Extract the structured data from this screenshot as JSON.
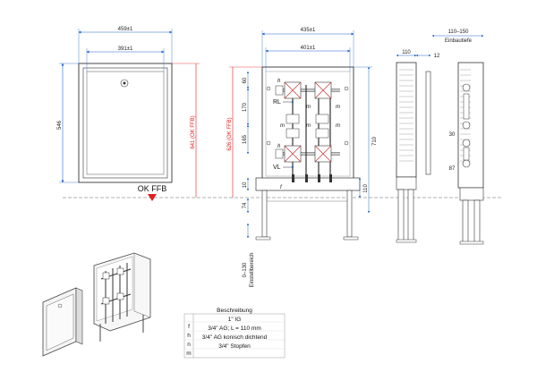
{
  "dimensions": {
    "front_outer_width": "459±1",
    "front_inner_width": "391±1",
    "front_height": "546",
    "front_floor_height": "641 (OK FFB)",
    "front_label": "OK FFB",
    "mid_outer_width": "435±1",
    "mid_inner_width": "401±1",
    "mid_60": "60",
    "mid_170": "170",
    "mid_165": "165",
    "mid_626": "626 (OK FFB)",
    "mid_10": "10",
    "mid_74": "74",
    "mid_710": "710",
    "mid_110": "110",
    "mid_adjust": "0–130",
    "mid_adjust_label": "Einstellbereich",
    "side_110": "110",
    "side_12": "12",
    "side_depth": "110–150",
    "side_depth_label": "Einbautiefe",
    "side_30": "30",
    "side_87": "87"
  },
  "labels": {
    "rl": "RL",
    "vl": "VL",
    "h": "h",
    "m": "m",
    "f": "f"
  },
  "legend": {
    "title": "Beschreibung",
    "rows": [
      {
        "key": "f",
        "text": "1\" IG"
      },
      {
        "key": "h",
        "text": "3/4\" AG; L = 110 mm"
      },
      {
        "key": "n",
        "text": "3/4\" AG konisch dichtend"
      },
      {
        "key": "m",
        "text": "3/4\" Stopfen"
      }
    ]
  }
}
